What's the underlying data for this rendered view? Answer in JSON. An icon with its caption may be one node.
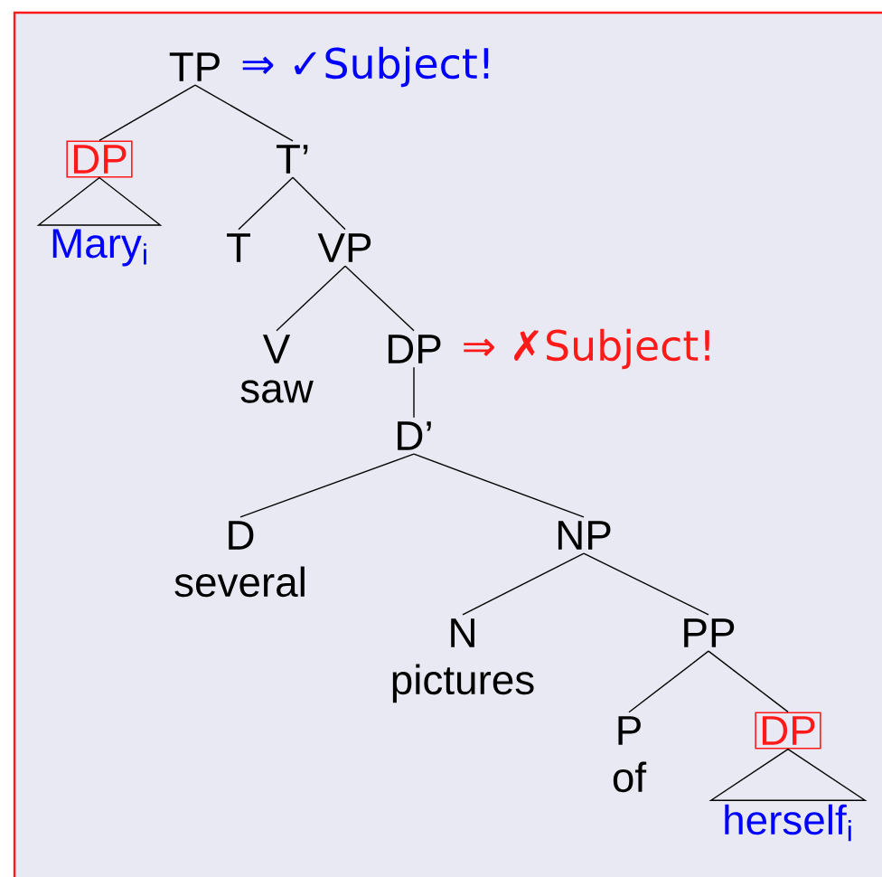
{
  "diagram": {
    "nodes": [
      {
        "text": [
          "TP"
        ],
        "beside": [
          "⇒ ✓Subject!"
        ]
      },
      {
        "text": [
          "DP"
        ]
      },
      {
        "text": [
          "Mary$_{i}$"
        ]
      },
      {
        "text": [
          "T’"
        ]
      },
      {
        "text": [
          "T"
        ]
      },
      {
        "text": [
          "VP"
        ]
      },
      {
        "text": [
          "V"
        ],
        "beside": [
          "saw"
        ]
      },
      {
        "text": [
          "DP"
        ],
        "beside": [
          "⇒ ✗Subject!"
        ]
      },
      {
        "text": [
          "D’"
        ]
      },
      {
        "text": [
          "D"
        ],
        "beside": [
          "several"
        ]
      },
      {
        "text": [
          "NP"
        ]
      },
      {
        "text": [
          "N"
        ],
        "beside": [
          "pictures"
        ]
      },
      {
        "text": [
          "PP"
        ]
      },
      {
        "text": [
          "P"
        ],
        "beside": [
          "of"
        ]
      },
      {
        "text": [
          "DP"
        ]
      },
      {
        "text": [
          "herself$_{i}$"
        ]
      }
    ],
    "edges": [
      {
        "from": 0,
        "to": 1,
        "arrow": "none"
      },
      {
        "from": 0,
        "to": 3,
        "arrow": "none"
      },
      {
        "from": 1,
        "to": 2,
        "arrow": "none"
      },
      {
        "from": 3,
        "to": 4,
        "arrow": "none"
      },
      {
        "from": 3,
        "to": 5,
        "arrow": "none"
      },
      {
        "from": 5,
        "to": 6,
        "arrow": "none"
      },
      {
        "from": 5,
        "to": 7,
        "arrow": "none"
      },
      {
        "from": 7,
        "to": 8,
        "arrow": "none"
      },
      {
        "from": 8,
        "to": 9,
        "arrow": "none"
      },
      {
        "from": 8,
        "to": 10,
        "arrow": "none"
      },
      {
        "from": 10,
        "to": 11,
        "arrow": "none"
      },
      {
        "from": 10,
        "to": 12,
        "arrow": "none"
      },
      {
        "from": 12,
        "to": 13,
        "arrow": "none"
      },
      {
        "from": 12,
        "to": 14,
        "arrow": "none"
      },
      {
        "from": 14,
        "to": 15,
        "arrow": "none"
      }
    ]
  }
}
